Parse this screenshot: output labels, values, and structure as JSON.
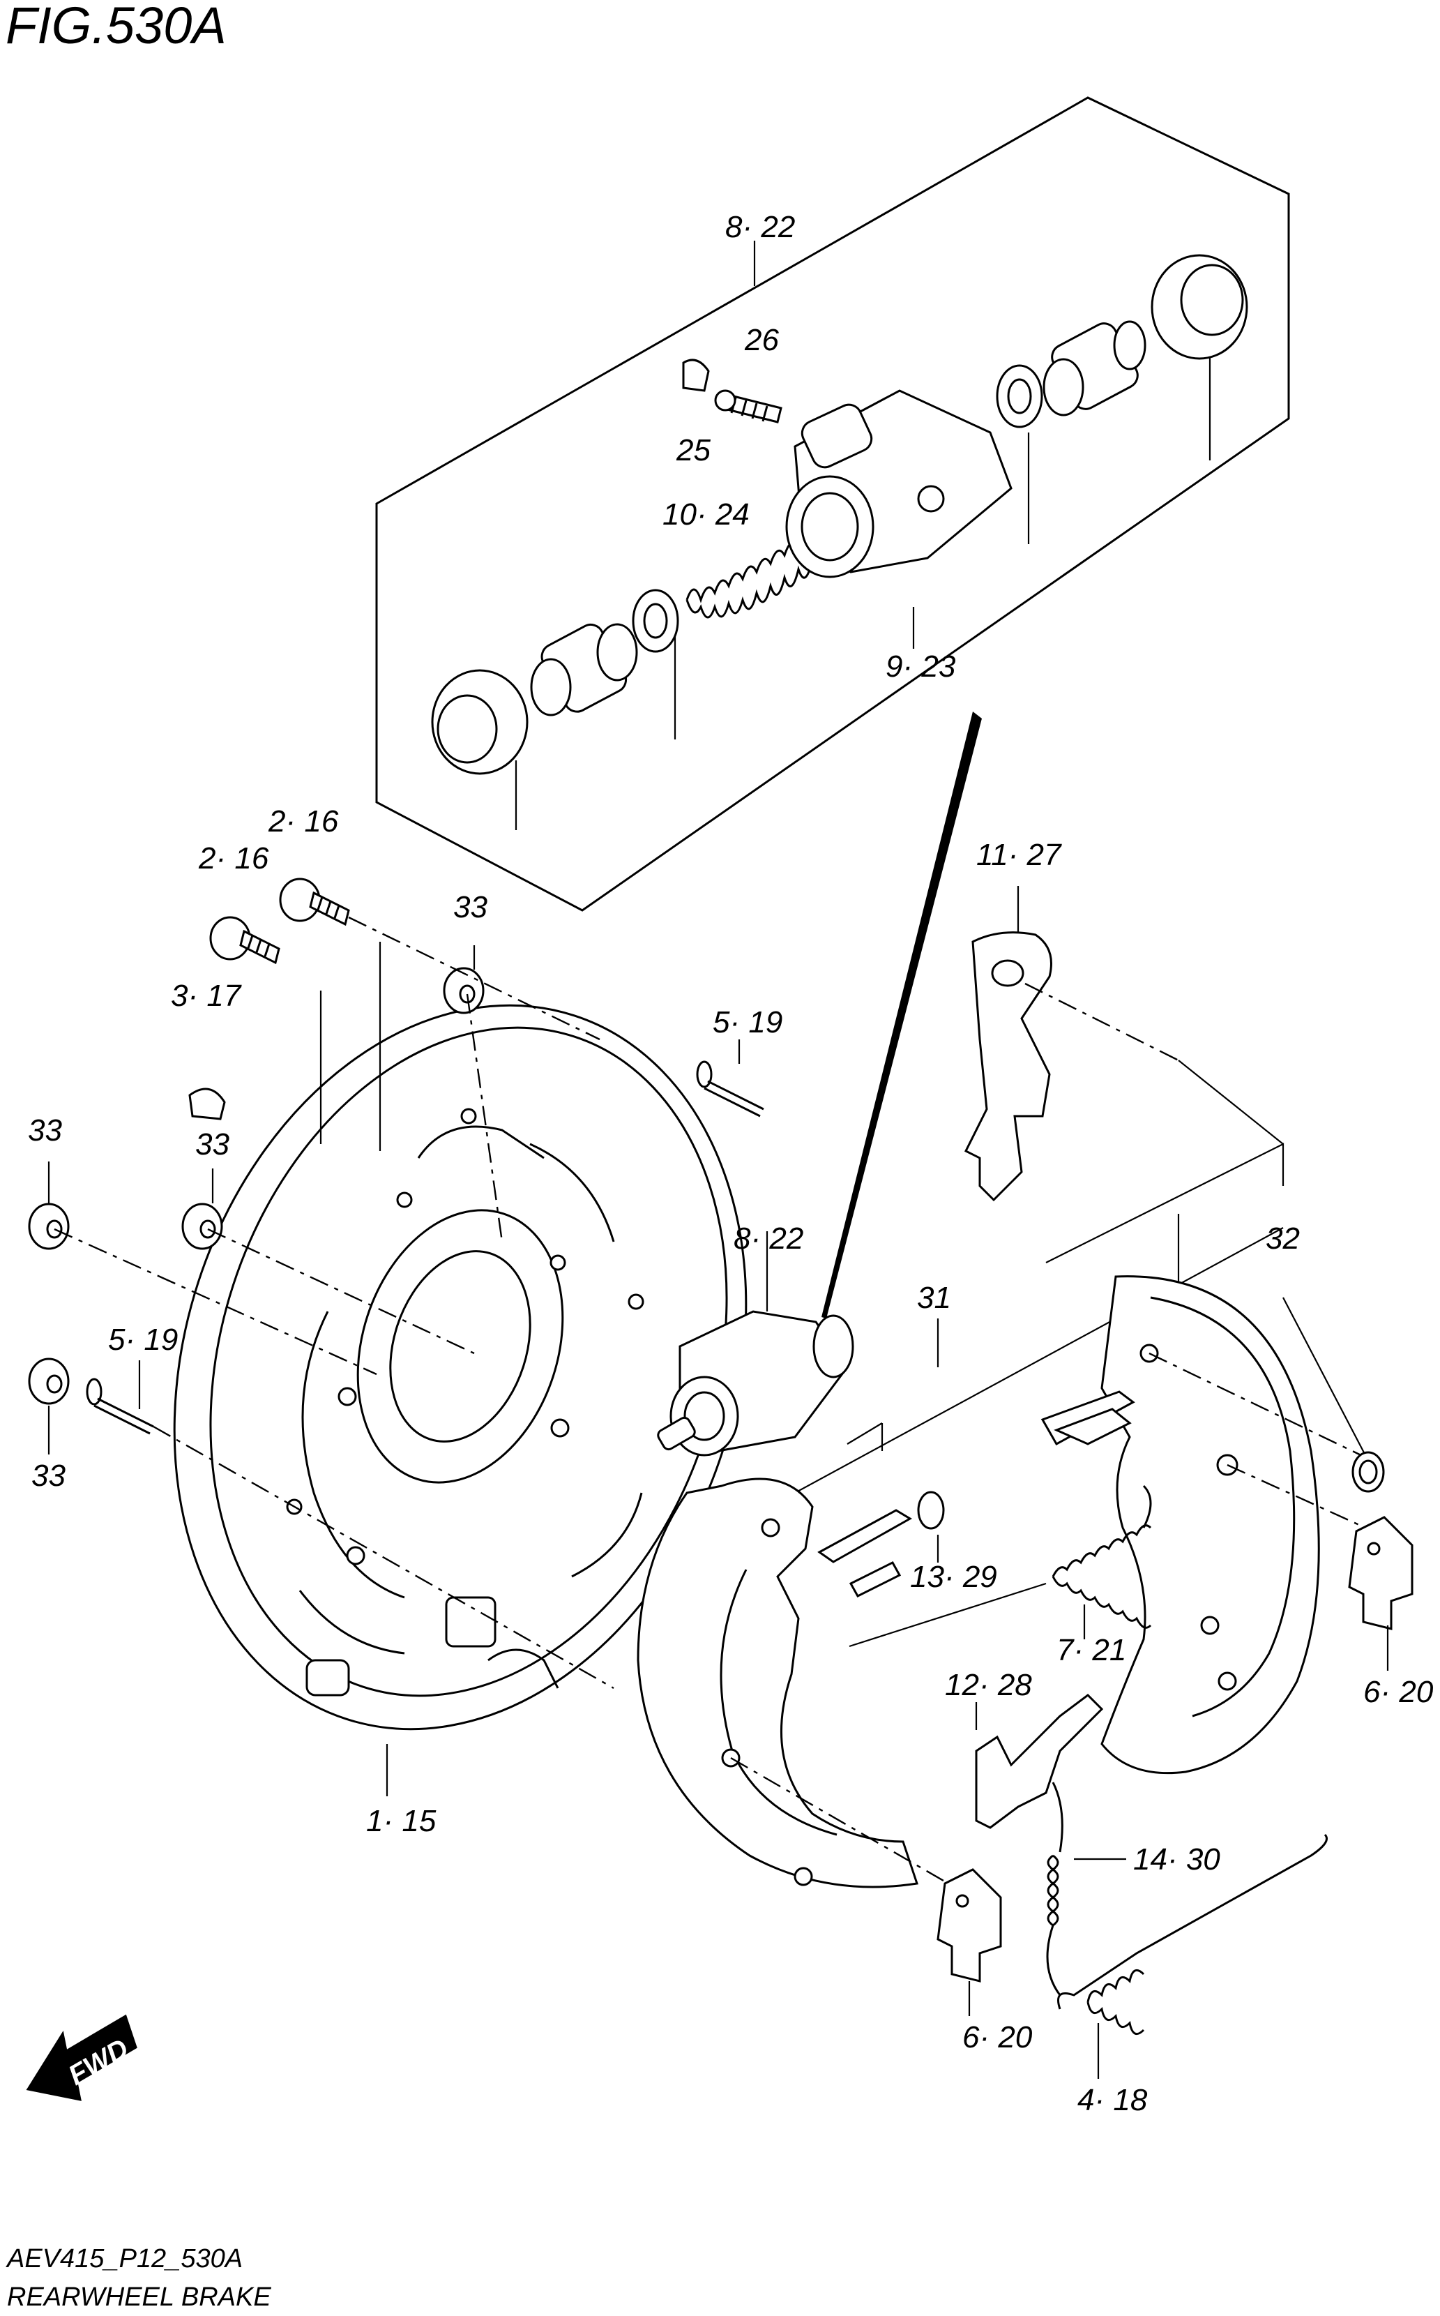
{
  "figure_title": "FIG.530A",
  "footer": {
    "code": "AEV415_P12_530A",
    "caption": "REARWHEEL BRAKE"
  },
  "fwd_label": "FWD",
  "callouts": {
    "c_8_22_top": "8· 22",
    "c_26": "26",
    "c_25": "25",
    "c_10_24": "10· 24",
    "c_9_23": "9· 23",
    "c_2_16_a": "2· 16",
    "c_2_16_b": "2· 16",
    "c_33_top": "33",
    "c_3_17": "3· 17",
    "c_5_19_top": "5· 19",
    "c_11_27": "11· 27",
    "c_33_left": "33",
    "c_33_mid": "33",
    "c_8_22_mid": "8· 22",
    "c_32": "32",
    "c_31": "31",
    "c_5_19_left": "5· 19",
    "c_33_bottom": "33",
    "c_13_29": "13· 29",
    "c_7_21": "7· 21",
    "c_6_20_right": "6· 20",
    "c_12_28": "12· 28",
    "c_1_15": "1· 15",
    "c_14_30": "14· 30",
    "c_6_20_bottom": "6· 20",
    "c_4_18": "4· 18"
  }
}
